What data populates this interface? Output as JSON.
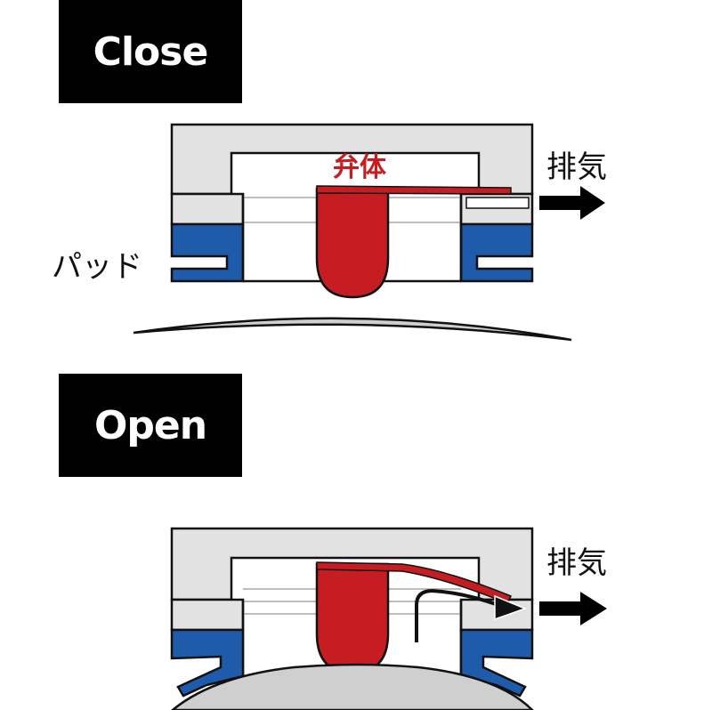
{
  "states": {
    "closed_label": "Close",
    "open_label": "Open"
  },
  "labels": {
    "exhaust": "排気",
    "valve_body": "弁体",
    "pad": "パッド"
  },
  "colors": {
    "housing": "#e2e2e2",
    "pad_blue": "#1f5bab",
    "valve_red": "#c61d23",
    "outline": "#111111",
    "surface": "#cfcfcf"
  }
}
